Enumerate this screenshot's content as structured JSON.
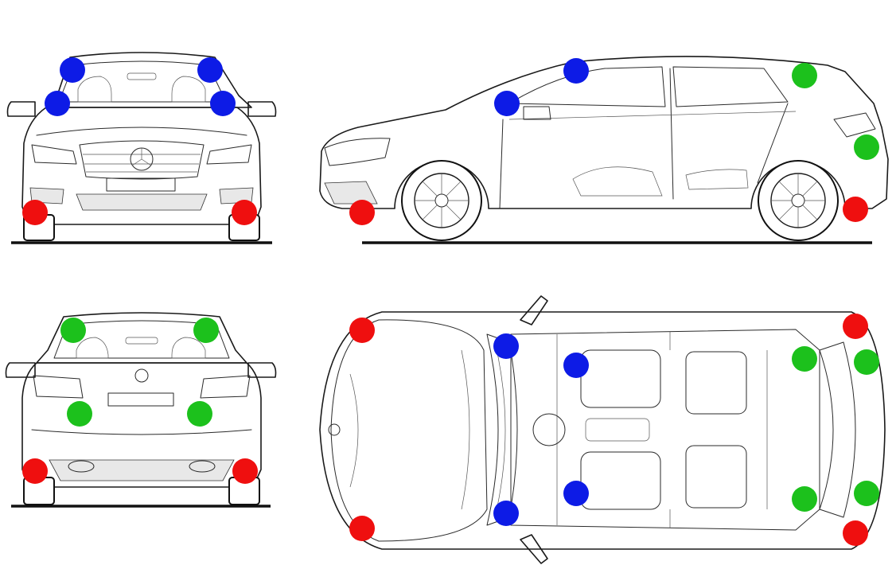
{
  "colors": {
    "blue": "#0d1be6",
    "green": "#1cc11c",
    "red": "#ef0f0f",
    "line": "#1a1a1a",
    "background": "#ffffff"
  },
  "views": [
    {
      "name": "front-view"
    },
    {
      "name": "side-view"
    },
    {
      "name": "rear-view"
    },
    {
      "name": "top-view"
    }
  ],
  "markers": {
    "front-view": {
      "blue": 4,
      "green": 0,
      "red": 2
    },
    "side-view": {
      "blue": 2,
      "green": 2,
      "red": 2
    },
    "rear-view": {
      "blue": 0,
      "green": 4,
      "red": 2
    },
    "top-view": {
      "blue": 4,
      "green": 4,
      "red": 4
    }
  }
}
